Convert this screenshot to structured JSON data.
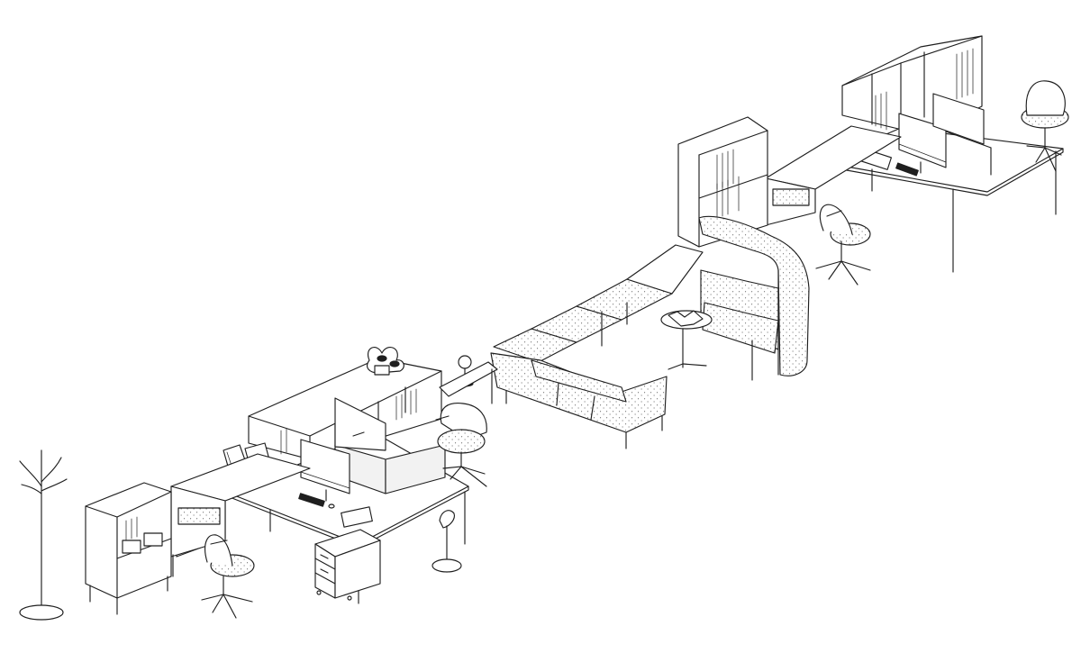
{
  "drawing": {
    "style": "isometric line drawing",
    "stroke_color": "#1f1f1f",
    "background_color": "#ffffff",
    "upholstery_pattern": "dots"
  },
  "elements": [
    {
      "id": "coat-stand",
      "icon": "coat-stand-icon"
    },
    {
      "id": "cabinet-left",
      "icon": "cabinet-icon"
    },
    {
      "id": "low-storage-front",
      "icon": "storage-bench-icon"
    },
    {
      "id": "desk-front",
      "icon": "desk-icon"
    },
    {
      "id": "monitor-front",
      "icon": "monitor-icon"
    },
    {
      "id": "task-chair-front",
      "icon": "office-chair-icon"
    },
    {
      "id": "pedestal-drawers",
      "icon": "drawer-unit-icon"
    },
    {
      "id": "perch-stool",
      "icon": "stool-icon"
    },
    {
      "id": "shelving-middle",
      "icon": "bookshelf-icon"
    },
    {
      "id": "plant",
      "icon": "plant-icon"
    },
    {
      "id": "lounge-chair",
      "icon": "armchair-icon"
    },
    {
      "id": "sofa",
      "icon": "sofa-icon"
    },
    {
      "id": "bench-seating",
      "icon": "bench-icon"
    },
    {
      "id": "high-back-sofa",
      "icon": "booth-sofa-icon"
    },
    {
      "id": "side-table",
      "icon": "round-table-icon"
    },
    {
      "id": "bookcase-tall",
      "icon": "bookcase-icon"
    },
    {
      "id": "desk-back",
      "icon": "desk-icon"
    },
    {
      "id": "monitor-back",
      "icon": "monitor-icon"
    },
    {
      "id": "task-chair-back",
      "icon": "office-chair-icon"
    },
    {
      "id": "shelving-back",
      "icon": "bookshelf-icon"
    }
  ]
}
